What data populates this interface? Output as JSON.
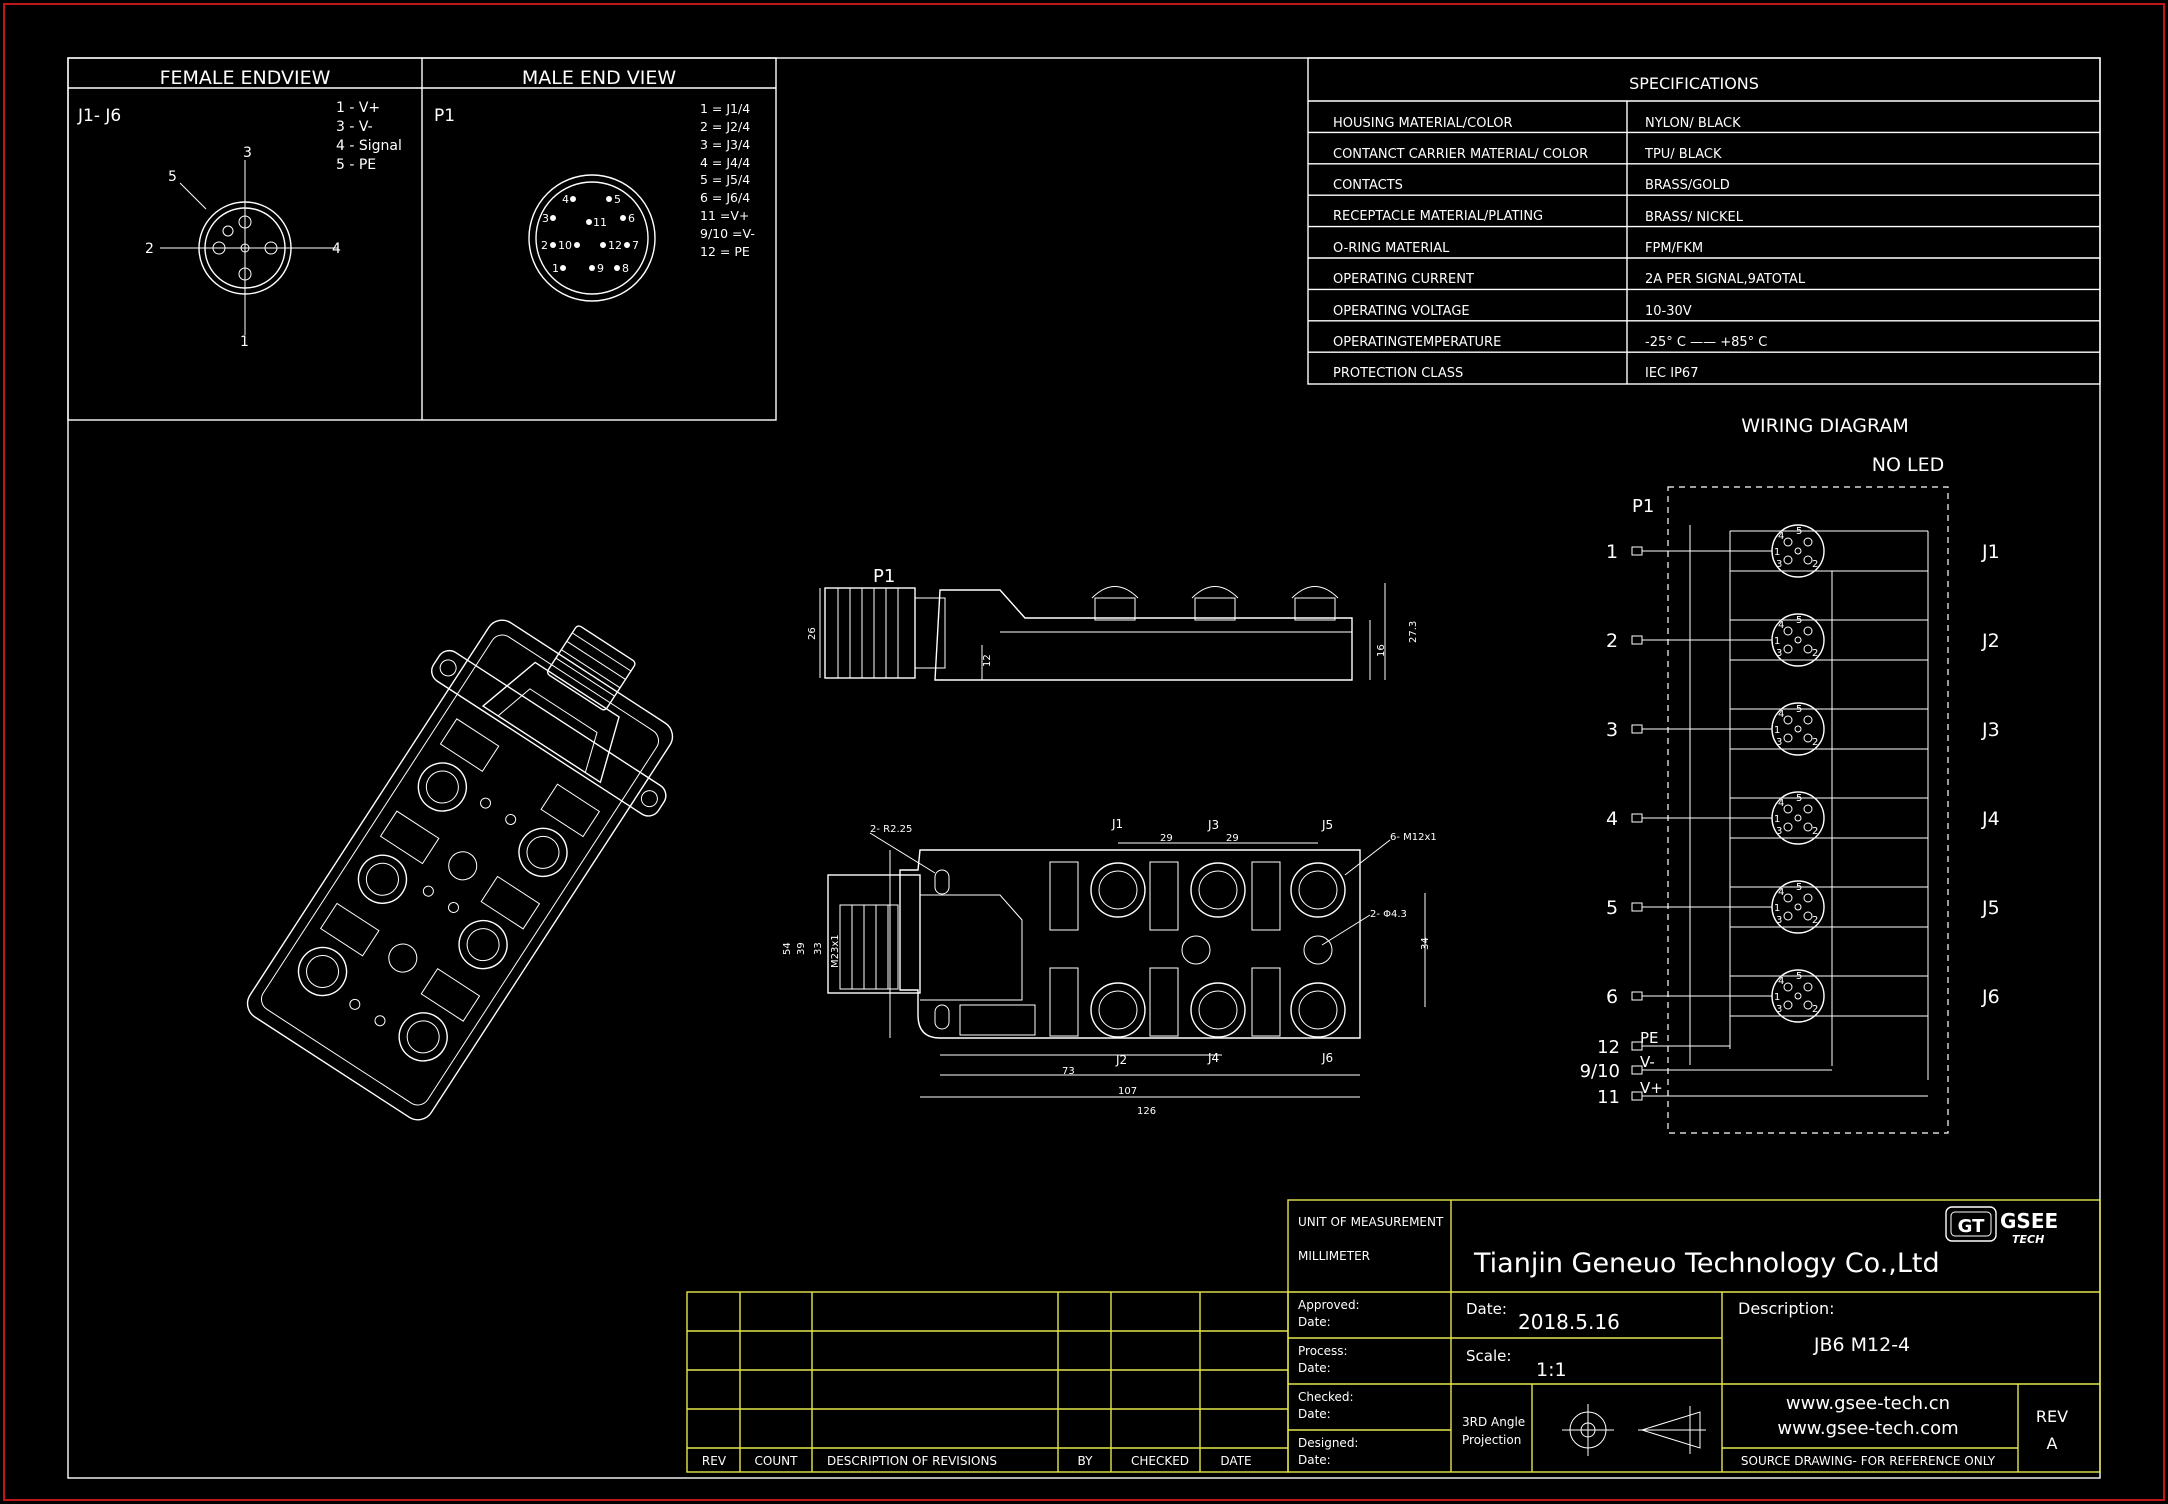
{
  "female_end_view": {
    "title": "FEMALE ENDVIEW",
    "label": "J1- J6",
    "pinout": [
      "1 - V+",
      "3 - V-",
      "4 - Signal",
      "5 - PE"
    ],
    "pin_numbers": [
      "3",
      "5",
      "2",
      "4",
      "1"
    ]
  },
  "male_end_view": {
    "title": "MALE END VIEW",
    "label": "P1",
    "pinout": [
      "1 = J1/4",
      "2 = J2/4",
      "3 = J3/4",
      "4 = J4/4",
      "5 = J5/4",
      "6 = J6/4",
      "11 =V+",
      "9/10 =V-",
      "12 = PE"
    ],
    "pin_numbers": [
      "4",
      "5",
      "3",
      "11",
      "6",
      "2",
      "10",
      "12",
      "7",
      "1",
      "9",
      "8"
    ]
  },
  "specifications": {
    "title": "SPECIFICATIONS",
    "rows": [
      {
        "label": "HOUSING MATERIAL/COLOR",
        "value": "NYLON/ BLACK"
      },
      {
        "label": "CONTANCT CARRIER MATERIAL/ COLOR",
        "value": "TPU/ BLACK"
      },
      {
        "label": "CONTACTS",
        "value": "BRASS/GOLD"
      },
      {
        "label": "RECEPTACLE MATERIAL/PLATING",
        "value": "BRASS/ NICKEL"
      },
      {
        "label": "O-RING MATERIAL",
        "value": "FPM/FKM"
      },
      {
        "label": "OPERATING CURRENT",
        "value": "2A PER SIGNAL,9ATOTAL"
      },
      {
        "label": "OPERATING VOLTAGE",
        "value": "10-30V"
      },
      {
        "label": "OPERATINGTEMPERATURE",
        "value": "-25° C —— +85° C"
      },
      {
        "label": "PROTECTION CLASS",
        "value": "IEC  IP67"
      }
    ]
  },
  "wiring_diagram": {
    "title": "WIRING   DIAGRAM",
    "subtitle": "NO LED",
    "connector_label": "P1",
    "pins": [
      "1",
      "2",
      "3",
      "4",
      "5",
      "6"
    ],
    "jacks": [
      "J1",
      "J2",
      "J3",
      "J4",
      "J5",
      "J6"
    ],
    "power_pins": [
      {
        "num": "12",
        "name": "PE"
      },
      {
        "num": "9/10",
        "name": "V-"
      },
      {
        "num": "11",
        "name": "V+"
      }
    ],
    "connector_pins": [
      "4",
      "5",
      "1",
      "3",
      "2"
    ]
  },
  "side_view": {
    "label": "P1",
    "dims": [
      "26",
      "12",
      "16",
      "27.3"
    ]
  },
  "top_view": {
    "callouts": [
      "2- R2.25",
      "6- M12x1",
      "2- Φ4.3"
    ],
    "jack_labels_top": [
      "J1",
      "J3",
      "J5"
    ],
    "jack_labels_bottom": [
      "J2",
      "J4",
      "J6"
    ],
    "dims_top": [
      "29",
      "29"
    ],
    "dims_left": [
      "54",
      "39",
      "33",
      "M23x1"
    ],
    "dim_right": "34",
    "dims_bottom": [
      "73",
      "107",
      "126"
    ]
  },
  "title_block": {
    "unit_label": "UNIT OF MEASUREMENT",
    "unit_value": "MILLIMETER",
    "company": "Tianjin Geneuo Technology Co.,Ltd",
    "logo_text": "GT",
    "logo_brand": "GSEE",
    "logo_sub": "TECH",
    "approved": "Approved:",
    "process": "Process:",
    "checked": "Checked:",
    "designed": "Designed:",
    "date_label": "Date:",
    "date_value": "2018.5.16",
    "scale_label": "Scale:",
    "scale_value": "1:1",
    "projection": [
      "3RD Angle",
      "Projection"
    ],
    "description_label": "Description:",
    "description_value": "JB6 M12-4",
    "website1": "www.gsee-tech.cn",
    "website2": "www.gsee-tech.com",
    "source_note": "SOURCE DRAWING- FOR REFERENCE ONLY",
    "rev_label": "REV",
    "rev_value": "A"
  },
  "revision_table": {
    "headers": [
      "REV",
      "COUNT",
      "DESCRIPTION  OF  REVISIONS",
      "BY",
      "CHECKED",
      "DATE"
    ]
  },
  "colors": {
    "background": "#000000",
    "line": "#ffffff",
    "title_block_line": "#e6e64a",
    "outer_border": "#c01818"
  }
}
